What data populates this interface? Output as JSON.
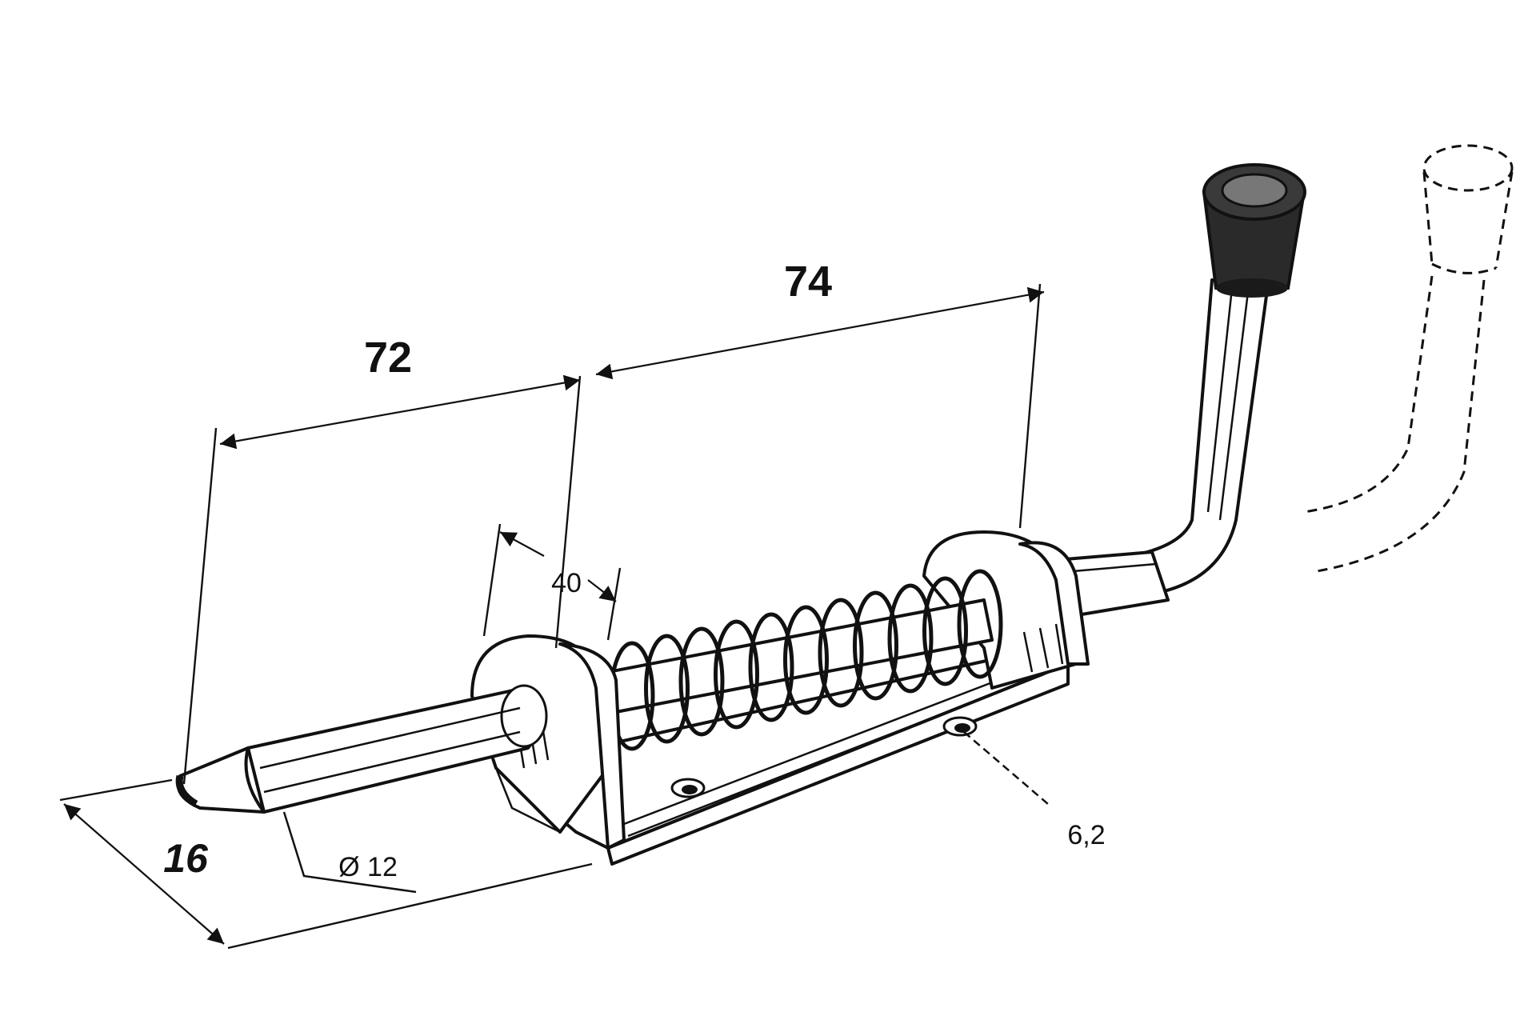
{
  "dimensions": {
    "overall_left": "72",
    "spring_span": "74",
    "bracket_spacing": "40",
    "width": "16",
    "pin_diameter": "Ø 12",
    "hole_diameter": "6,2"
  },
  "colors": {
    "line": "#111111",
    "background": "#ffffff",
    "knob": "#2a2a2a"
  }
}
